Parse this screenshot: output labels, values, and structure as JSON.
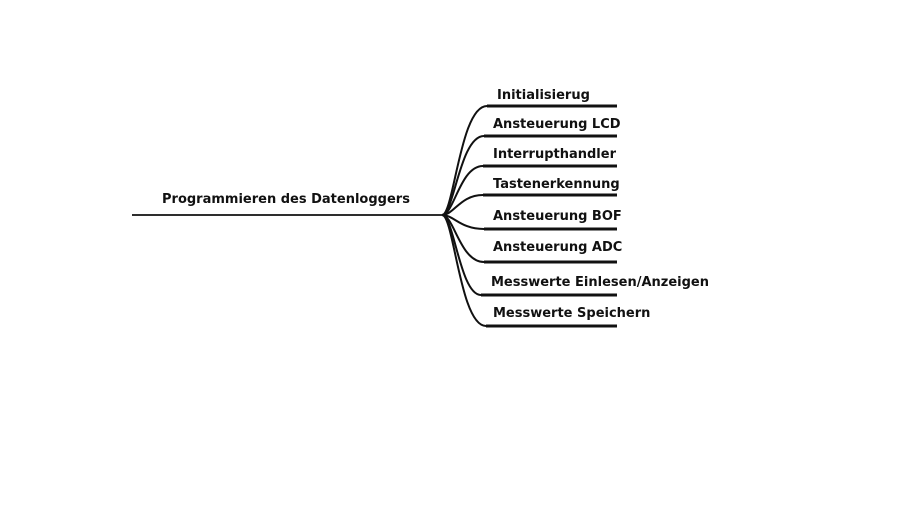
{
  "mindmap": {
    "root": "Programmieren des Datenloggers",
    "branches": [
      "Initialisierug",
      "Ansteuerung LCD",
      "Interrupthandler",
      "Tastenerkennung",
      "Ansteuerung BOF",
      "Ansteuerung ADC",
      "Messwerte Einlesen/Anzeigen",
      "Messwerte Speichern"
    ]
  },
  "colors": {
    "line": "#111111",
    "text": "#111111",
    "background": "#ffffff"
  }
}
